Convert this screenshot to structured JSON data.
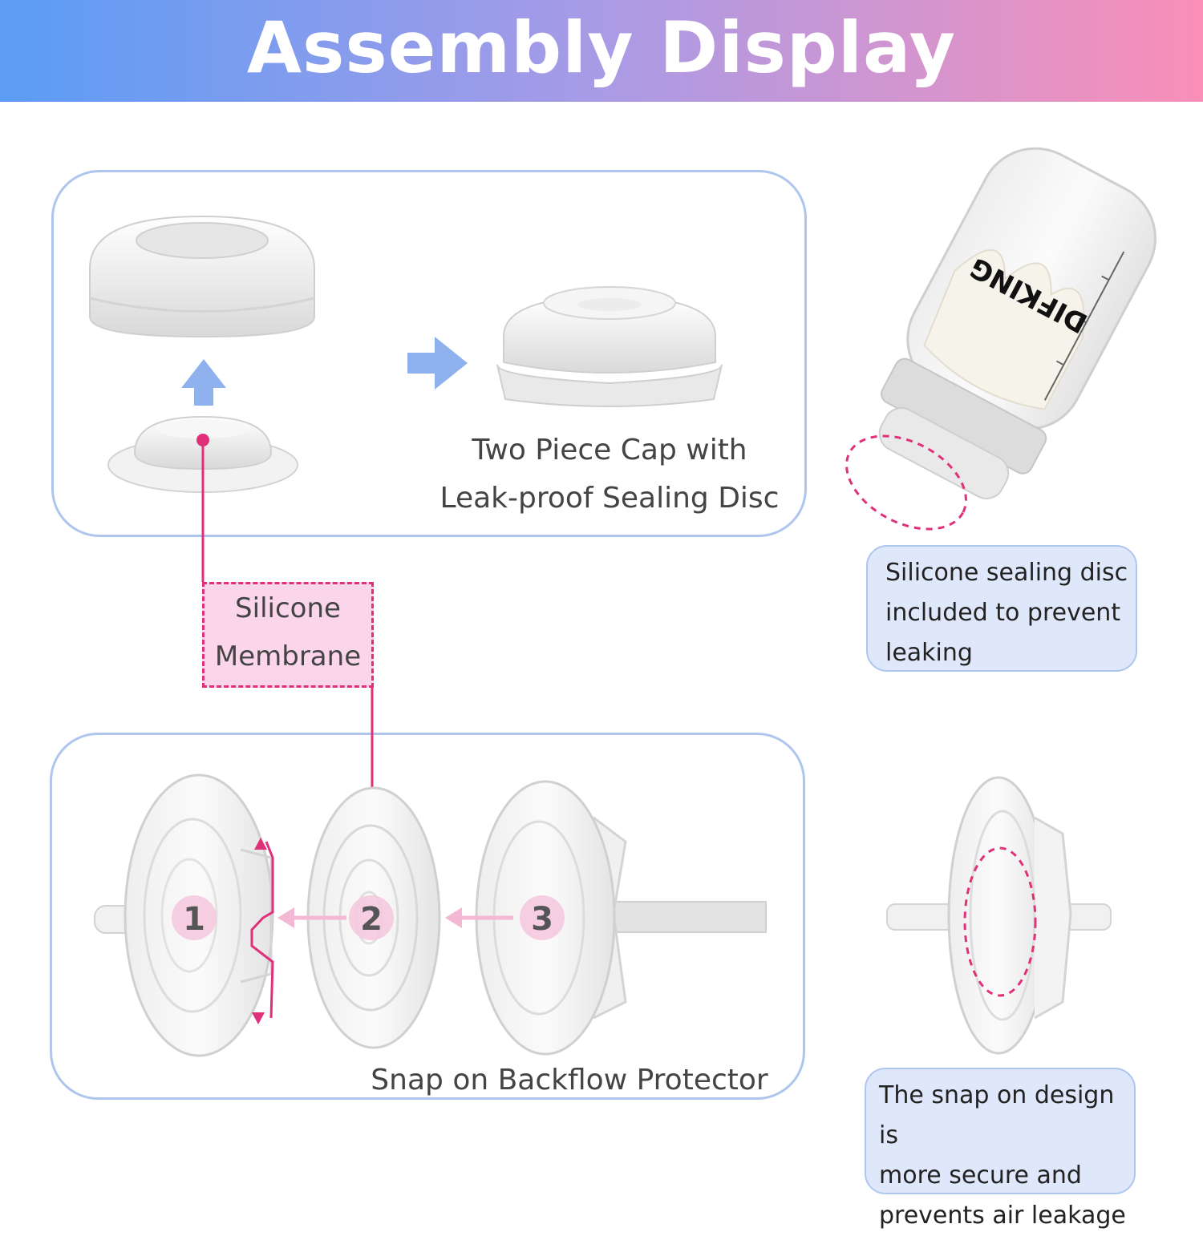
{
  "header": {
    "title": "Assembly Display"
  },
  "top_panel": {
    "caption_line1": "Two Piece Cap with",
    "caption_line2": "Leak-proof Sealing Disc"
  },
  "membrane_label": {
    "line1": "Silicone",
    "line2": "Membrane"
  },
  "bottom_panel": {
    "caption": "Snap on Backflow Protector",
    "steps": [
      "1",
      "2",
      "3"
    ]
  },
  "bottle": {
    "brand": "DIFKING"
  },
  "note_top": {
    "line1": "Silicone sealing disc",
    "line2": "included to prevent",
    "line3": "leaking"
  },
  "note_bottom": {
    "line1": "The snap on design is",
    "line2": "more secure and",
    "line3": "prevents air leakage"
  },
  "colors": {
    "accent_pink": "#e0307a",
    "panel_border": "#aec6ee",
    "arrow_blue": "#8fb2ee",
    "note_bg": "#dfe8fb"
  }
}
